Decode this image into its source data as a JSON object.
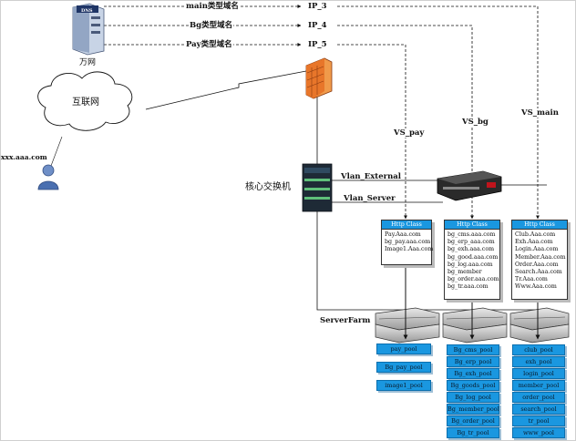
{
  "dns": {
    "badge": "DNS",
    "label": "万网"
  },
  "internet": {
    "label": "互联网"
  },
  "client": {
    "label": "xxx.aaa.com"
  },
  "core_switch": {
    "label": "核心交换机"
  },
  "domains": [
    {
      "label": "main类型域名",
      "ip": "IP_3"
    },
    {
      "label": "Bg类型域名",
      "ip": "IP_4"
    },
    {
      "label": "Pay类型域名",
      "ip": "IP_5"
    }
  ],
  "vs": {
    "pay": "VS_pay",
    "bg": "VS_bg",
    "main": "VS_main"
  },
  "vlans": {
    "external": "Vlan_External",
    "server": "Vlan_Server"
  },
  "server_farm": "ServerFarm",
  "http_classes": [
    {
      "header": "Http Class",
      "items": [
        "Pay.Aaa.com",
        "bg_pay.aaa.com",
        "Image1.Aaa.com"
      ]
    },
    {
      "header": "Http Class",
      "items": [
        "bg_cms.aaa.com",
        "bg_erp_aaa.com",
        "bg_exh.aaa.com",
        "bg_good.aaa.com",
        "bg_log.aaa.com",
        "bg_member",
        "bg_order.aaa.com",
        "bg_tr.aaa.com"
      ]
    },
    {
      "header": "Http Class",
      "items": [
        "Club.Aaa.com",
        "Exh.Aaa.com",
        "Login.Aaa.com",
        "Member.Aaa.com",
        "Order.Aaa.com",
        "Search.Aaa.com",
        "Tr.Aaa.com",
        "Www.Aaa.com"
      ]
    }
  ],
  "pools": {
    "pay": [
      "pay_pool",
      "Bg_pay_pool",
      "image1_pool"
    ],
    "bg": [
      "Bg_cms_pool",
      "Bg_erp_pool",
      "Bg_exh_pool",
      "Bg_goods_pool",
      "Bg_log_pool",
      "Bg_member_pool",
      "Bg_order_pool",
      "Bg_tr_pool"
    ],
    "main": [
      "club_pool",
      "exh_pool",
      "login_pool",
      "member_pool",
      "order_pool",
      "search_pool",
      "tr_pool",
      "www_pool"
    ]
  },
  "colors": {
    "pool_fill": "#1a97e0",
    "pool_border": "#0b6fae",
    "firewall": "#e8762a",
    "lb_accent": "#c0141c"
  }
}
